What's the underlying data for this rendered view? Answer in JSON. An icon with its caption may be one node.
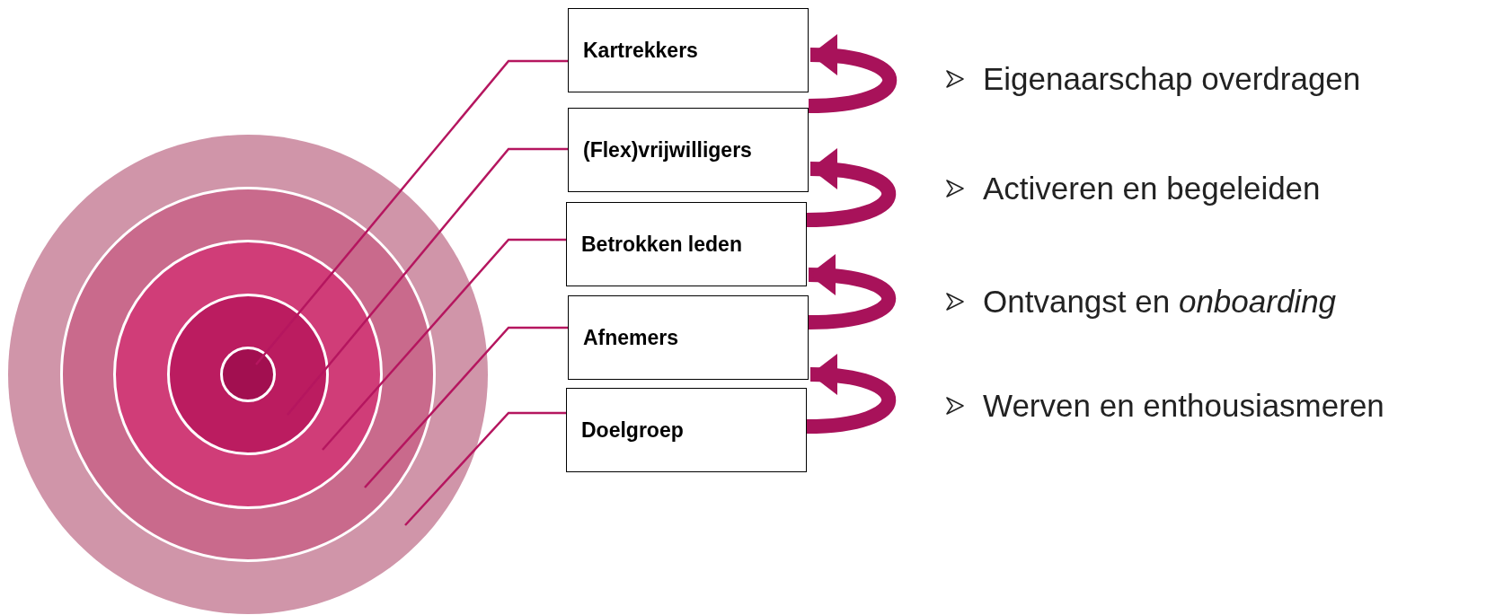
{
  "diagram": {
    "nodes": [
      {
        "text": [],
        "shape": "circle"
      },
      {
        "text": [],
        "shape": "circle",
        "in": 0
      },
      {
        "text": [],
        "shape": "circle",
        "in": 1
      },
      {
        "text": [],
        "shape": "circle",
        "in": 2
      },
      {
        "text": [],
        "shape": "circle",
        "in": 3
      },
      {
        "text": [
          "Kartrekkers"
        ]
      },
      {
        "text": [
          "(Flex)vrijwilligers"
        ]
      },
      {
        "text": [
          "Betrokken leden"
        ]
      },
      {
        "text": [
          "Afnemers"
        ]
      },
      {
        "text": [
          "Doelgroep"
        ]
      }
    ],
    "edges": [
      {
        "from": 5,
        "to": 4,
        "arrow": "none"
      },
      {
        "from": 6,
        "to": 3,
        "arrow": "none"
      },
      {
        "from": 7,
        "to": 2,
        "arrow": "none"
      },
      {
        "from": 8,
        "to": 1,
        "arrow": "none"
      },
      {
        "from": 9,
        "to": 0,
        "arrow": "none"
      },
      {
        "from": 6,
        "to": 5,
        "arrow": "to",
        "style": "thick"
      },
      {
        "from": 7,
        "to": 6,
        "arrow": "to",
        "style": "thick"
      },
      {
        "from": 8,
        "to": 7,
        "arrow": "to",
        "style": "thick"
      },
      {
        "from": 9,
        "to": 8,
        "arrow": "to",
        "style": "thick"
      }
    ],
    "labels": [
      "Eigenaarschap overdragen",
      "Activeren en begeleiden",
      "Ontvangst en *onboarding*",
      "Werven en enthousiasmeren"
    ]
  }
}
